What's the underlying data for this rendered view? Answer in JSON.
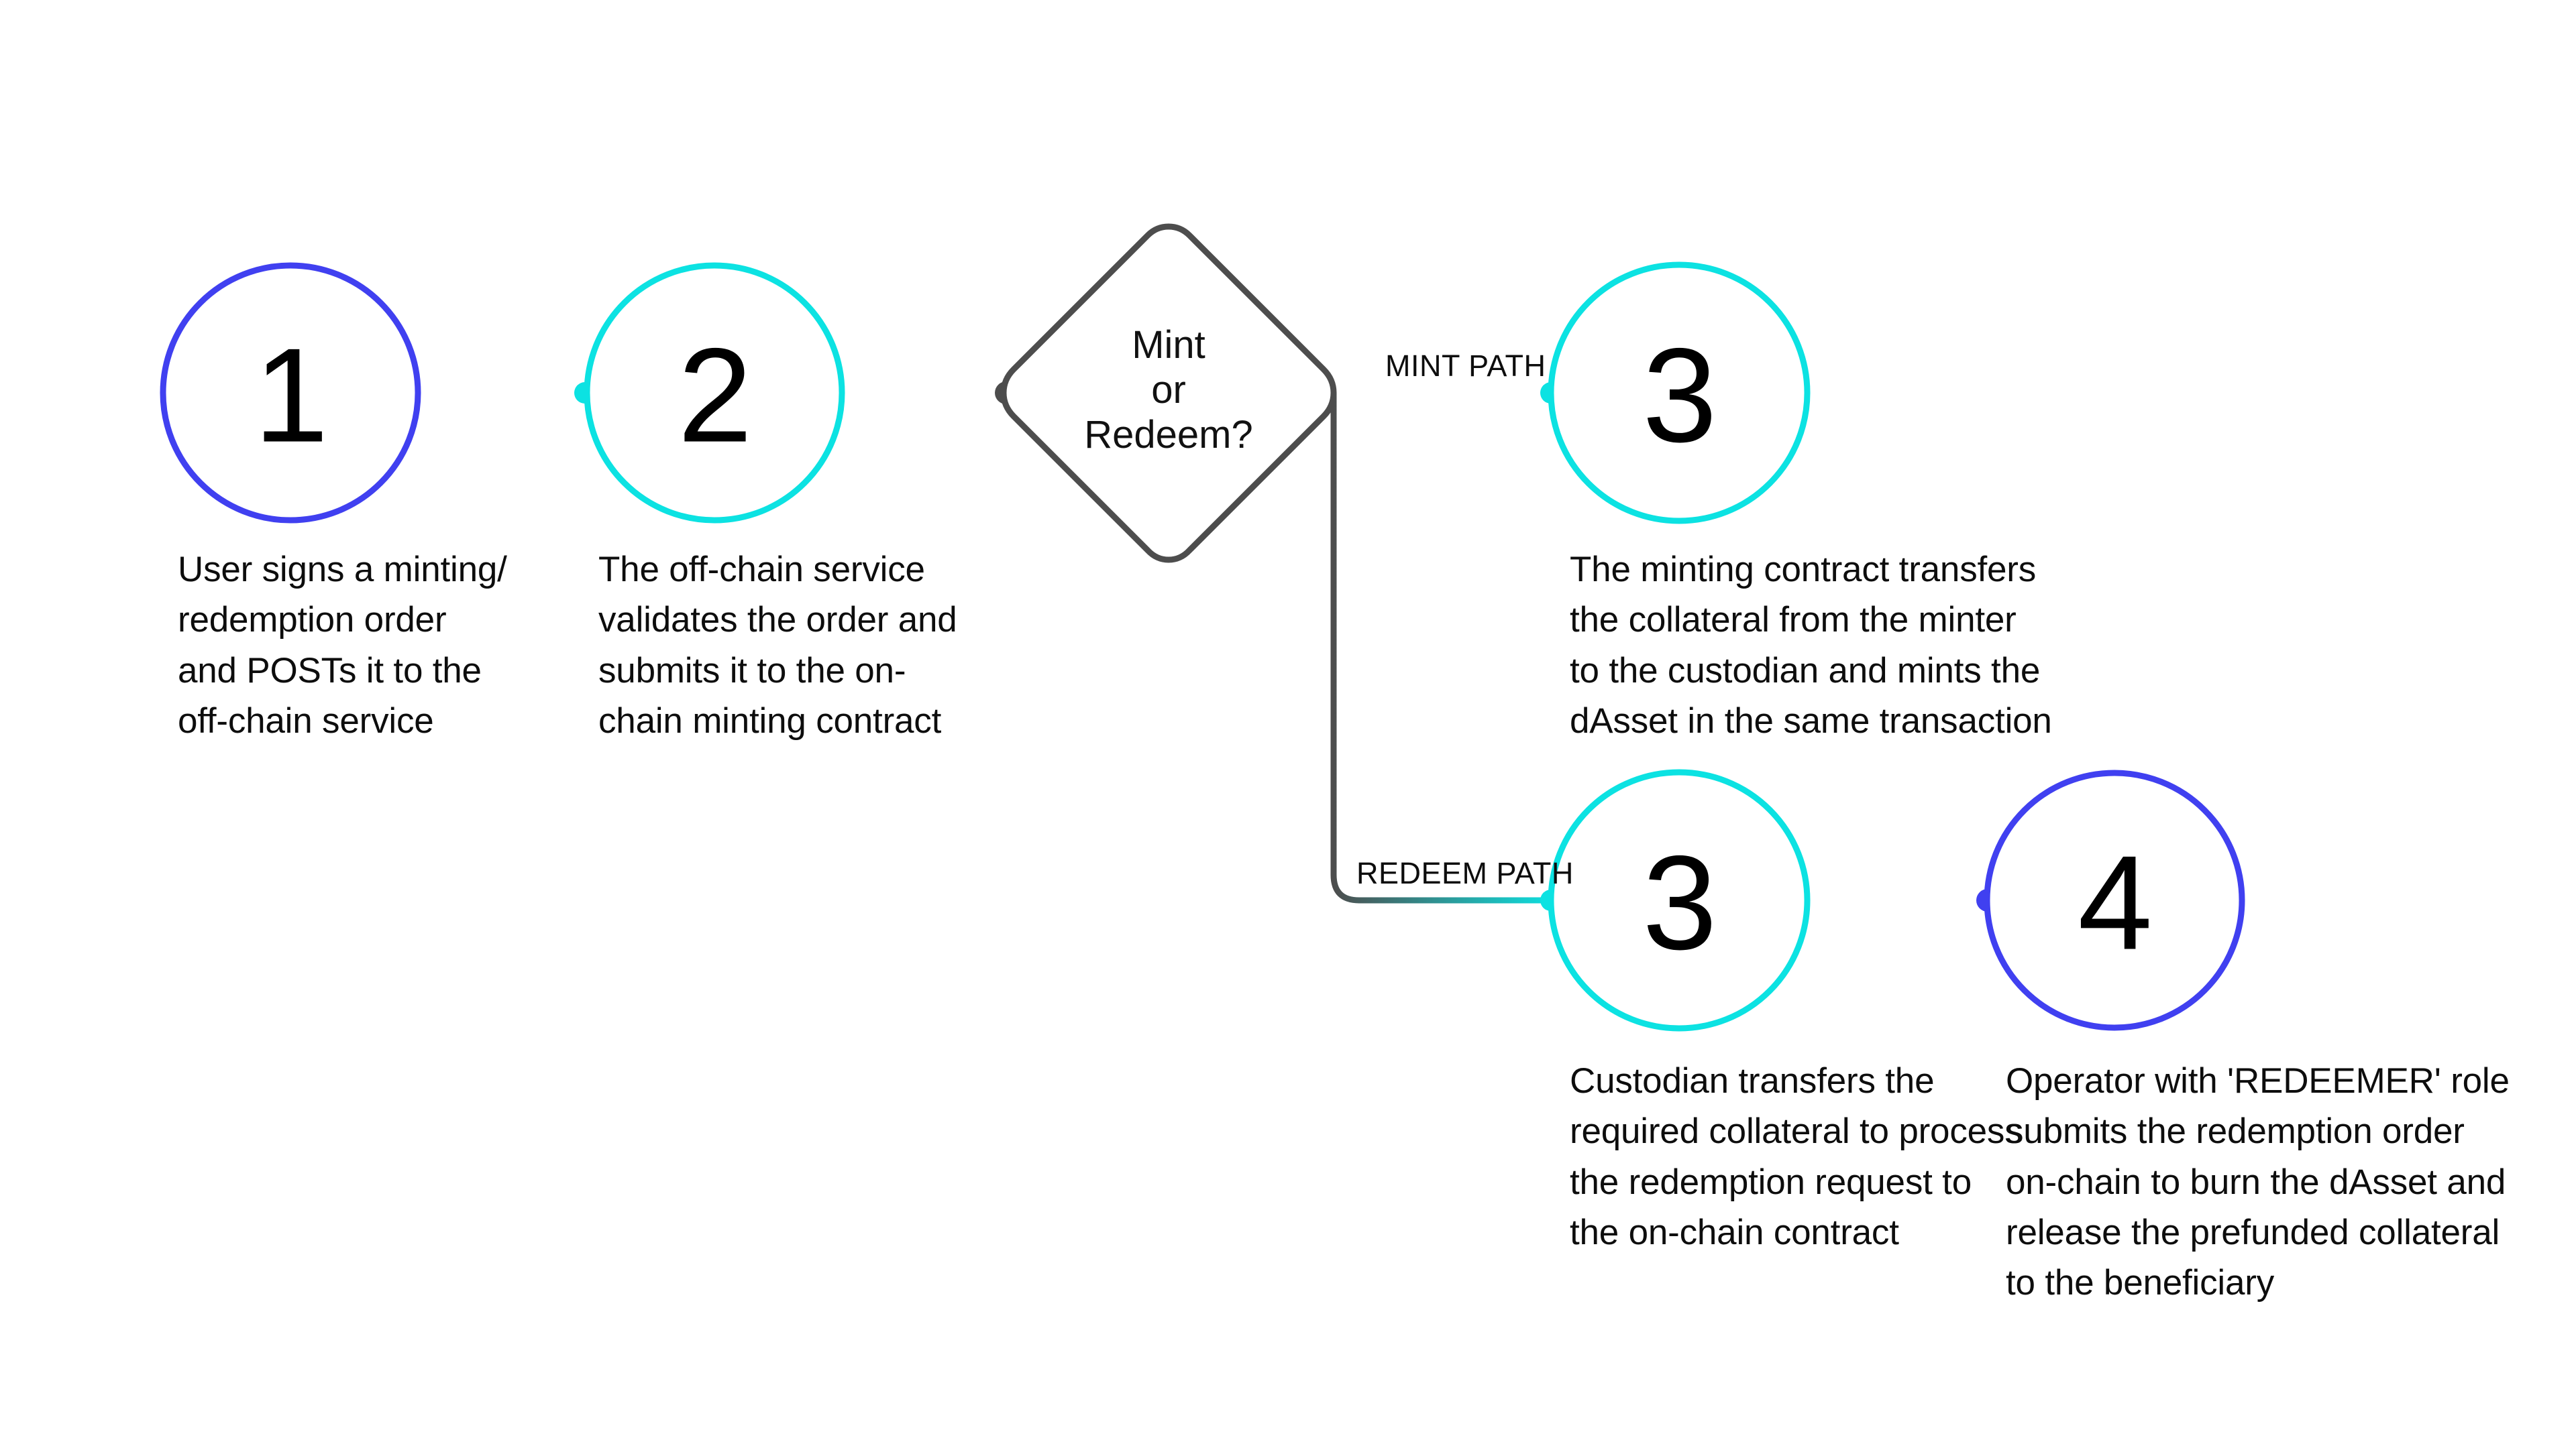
{
  "diagram": {
    "title": "Mint and Redeem Flow",
    "background_color": "#ffffff",
    "colors": {
      "indigo": "#4040f0",
      "cyan": "#0ce2e2",
      "gray": "#4d4d4d",
      "text": "#0d0d0d"
    },
    "decision": {
      "line1": "Mint",
      "line2": "or",
      "line3": "Redeem?",
      "shape": "diamond"
    },
    "branch_labels": {
      "mint": "MINT PATH",
      "redeem": "REDEEM PATH"
    },
    "nodes": [
      {
        "id": "step-1",
        "number": "1",
        "stroke_color": "#4040f0",
        "caption": "User signs a minting/\nredemption order\nand POSTs it to the\noff-chain service"
      },
      {
        "id": "step-2",
        "number": "2",
        "stroke_color": "#0ce2e2",
        "caption": "The off-chain service\nvalidates the order and\nsubmits it to the on-\nchain minting contract"
      },
      {
        "id": "step-3-mint",
        "number": "3",
        "stroke_color": "#0ce2e2",
        "caption": "The minting contract transfers\nthe collateral from the minter\nto the custodian and mints the\ndAsset in the same transaction"
      },
      {
        "id": "step-3-redeem",
        "number": "3",
        "stroke_color": "#0ce2e2",
        "caption": "Custodian transfers the\nrequired collateral to process\nthe redemption request to\nthe on-chain contract"
      },
      {
        "id": "step-4-redeem",
        "number": "4",
        "stroke_color": "#4040f0",
        "caption": "Operator with 'REDEEMER' role\nsubmits the redemption order\non-chain to burn the dAsset and\nrelease the prefunded collateral\nto the beneficiary"
      }
    ]
  }
}
